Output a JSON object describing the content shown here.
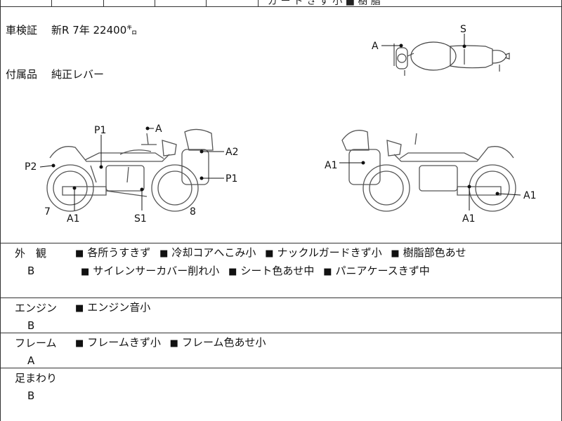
{
  "top_strip": {
    "cut_text": "ガ ー ド き ず 小 ■ 樹 脂"
  },
  "vehicle": {
    "inspection_label": "車検証",
    "inspection_value": "新R 7年 22400㌔",
    "accessories_label": "付属品",
    "accessories_value": "純正レバー"
  },
  "diagram": {
    "labels": {
      "top_a": "A",
      "top_s": "S",
      "left_p1": "P1",
      "left_a": "A",
      "left_a2": "A2",
      "left_p2": "P2",
      "left_p1_case": "P1",
      "left_7": "7",
      "left_a1": "A1",
      "left_s1": "S1",
      "left_8": "8",
      "right_a1_case": "A1",
      "right_a1_wheel": "A1",
      "right_a1_bottom": "A1"
    }
  },
  "sections": [
    {
      "name": "外　観",
      "grade": "B",
      "notes": [
        "各所うすきず",
        "冷却コアへこみ小",
        "ナックルガードきず小",
        "樹脂部色あせ",
        "サイレンサーカバー削れ小",
        "シート色あせ中",
        "パニアケースきず中"
      ]
    },
    {
      "name": "エンジン",
      "grade": "B",
      "notes": [
        "エンジン音小"
      ]
    },
    {
      "name": "フレーム",
      "grade": "A",
      "notes": [
        "フレームきず小",
        "フレーム色あせ小"
      ]
    },
    {
      "name": "足まわり",
      "grade": "B",
      "notes": []
    }
  ]
}
